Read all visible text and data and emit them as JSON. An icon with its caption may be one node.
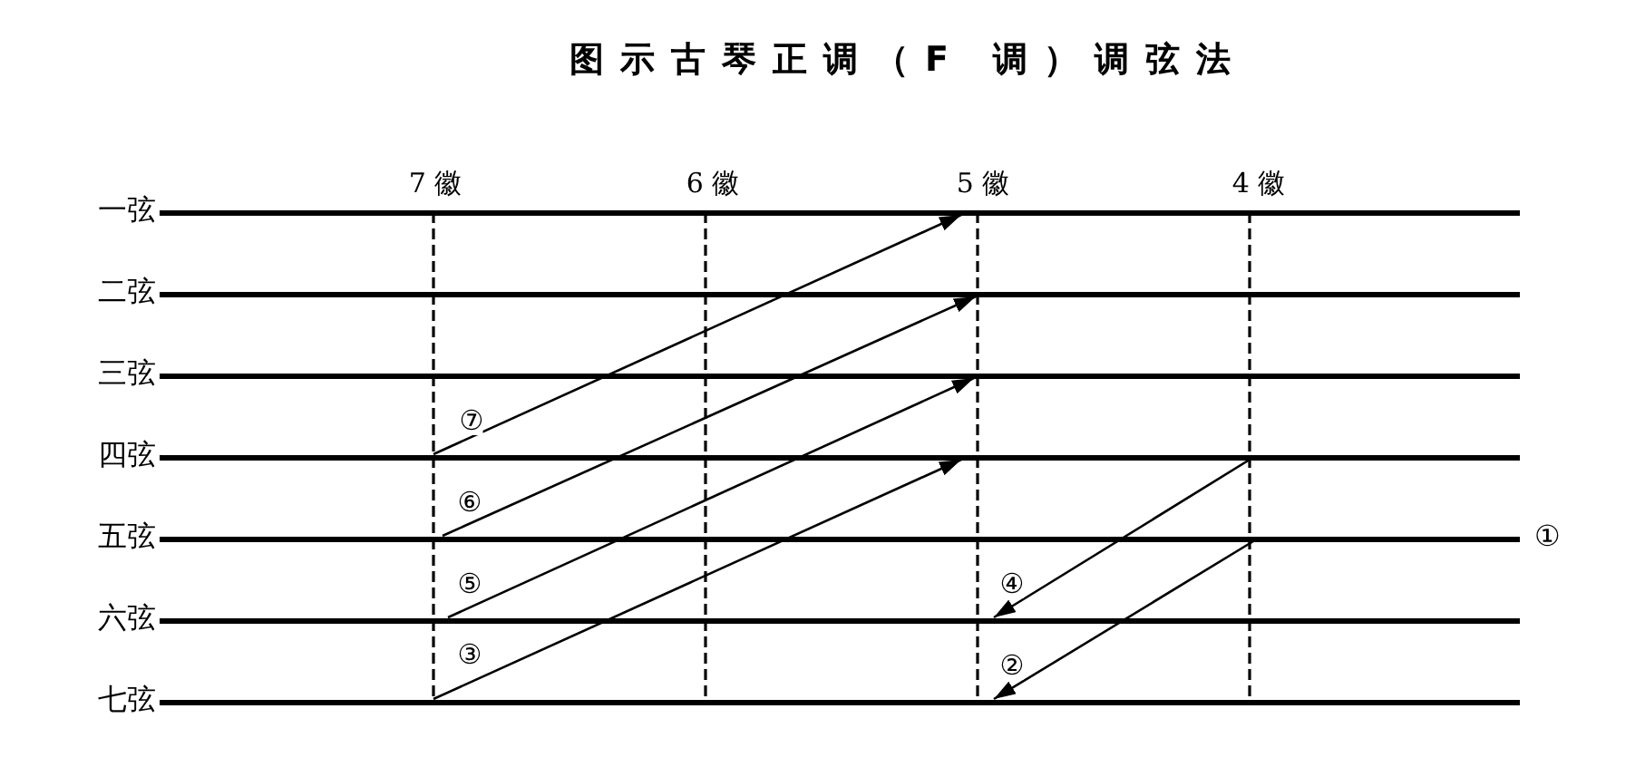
{
  "diagram": {
    "title": "图示古琴正调（F 调）调弦法",
    "nodes": [
      {
        "text": [],
        "shape": "line",
        "beside": [
          "一弦"
        ]
      },
      {
        "text": [],
        "shape": "line",
        "beside": [
          "二弦"
        ]
      },
      {
        "text": [],
        "shape": "line",
        "beside": [
          "三弦"
        ]
      },
      {
        "text": [],
        "shape": "line",
        "beside": [
          "四弦"
        ]
      },
      {
        "text": [],
        "shape": "line",
        "beside": [
          "五弦",
          "①"
        ]
      },
      {
        "text": [],
        "shape": "line",
        "beside": [
          "六弦"
        ]
      },
      {
        "text": [],
        "shape": "line",
        "beside": [
          "七弦"
        ]
      }
    ],
    "edges": [
      {
        "from": 4,
        "to": 6,
        "arrow": "to",
        "label": "②"
      },
      {
        "from": 6,
        "to": 3,
        "arrow": "to",
        "label": "③"
      },
      {
        "from": 3,
        "to": 5,
        "arrow": "to",
        "label": "④"
      },
      {
        "from": 5,
        "to": 2,
        "arrow": "to",
        "label": "⑤"
      },
      {
        "from": 4,
        "to": 1,
        "arrow": "to",
        "label": "⑥"
      },
      {
        "from": 3,
        "to": 0,
        "arrow": "to",
        "label": "⑦"
      }
    ],
    "labels": [
      "7 徽",
      "6 徽",
      "5 徽",
      "4 徽"
    ]
  }
}
